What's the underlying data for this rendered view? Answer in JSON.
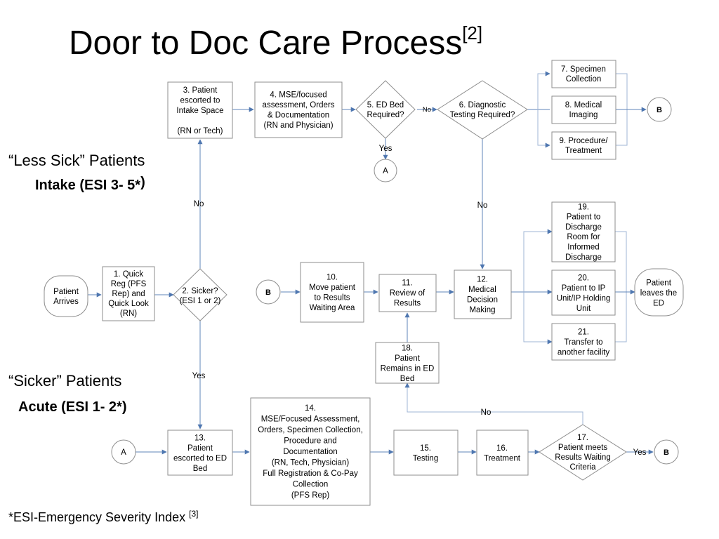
{
  "title": {
    "text": "Door to Doc Care Process",
    "ref": "[2]"
  },
  "less_sick": {
    "heading": "“Less Sick” Patients",
    "intake_bold": "Intake",
    "intake_rest": "(ESI 3- 5*",
    "paren": ")"
  },
  "sicker": {
    "heading": "“Sicker” Patients",
    "acute": "Acute (ESI 1- 2*)"
  },
  "footnote": {
    "text": "*ESI-Emergency Severity Index",
    "ref": "[3]"
  },
  "nodes": {
    "patient_arrives": [
      "Patient",
      "Arrives"
    ],
    "n1": [
      "1.  Quick",
      "Reg (PFS",
      "Rep) and",
      "Quick Look",
      "(RN)"
    ],
    "n2": [
      "2. Sicker?",
      "(ESI 1 or 2)"
    ],
    "n3": [
      "3. Patient",
      "escorted to",
      "Intake Space",
      "",
      "(RN or Tech)"
    ],
    "n4": [
      "4. MSE/focused",
      "assessment, Orders",
      "& Documentation",
      "(RN and Physician)"
    ],
    "n5": [
      "5. ED Bed",
      "Required?"
    ],
    "n6": [
      "6. Diagnostic",
      "Testing Required?"
    ],
    "n7": [
      "7.  Specimen",
      "Collection"
    ],
    "n8": [
      "8. Medical",
      "Imaging"
    ],
    "n9": [
      "9.  Procedure/",
      "Treatment"
    ],
    "n10": [
      "10.",
      "Move patient",
      "to Results",
      "Waiting Area"
    ],
    "n11": [
      "11.",
      "Review of",
      "Results"
    ],
    "n12": [
      "12.",
      "Medical",
      "Decision",
      "Making"
    ],
    "n13": [
      "13.",
      "Patient",
      "escorted to ED",
      "Bed"
    ],
    "n14": [
      "14.",
      "MSE/Focused Assessment,",
      "Orders, Specimen Collection,",
      "Procedure and",
      "Documentation",
      "(RN, Tech, Physician)",
      "Full Registration & Co-Pay",
      "Collection",
      "(PFS Rep)"
    ],
    "n15": [
      "15.",
      "Testing"
    ],
    "n16": [
      "16.",
      "Treatment"
    ],
    "n17": [
      "17.",
      "Patient meets",
      "Results Waiting",
      "Criteria"
    ],
    "n18": [
      "18.",
      "Patient",
      "Remains in ED",
      "Bed"
    ],
    "n19": [
      "19.",
      "Patient to",
      "Discharge",
      "Room for",
      "Informed",
      "Discharge"
    ],
    "n20": [
      "20.",
      "Patient to IP",
      "Unit/IP Holding",
      "Unit"
    ],
    "n21": [
      "21.",
      "Transfer to",
      "another facility"
    ],
    "patient_leaves": [
      "Patient",
      "leaves the",
      "ED"
    ]
  },
  "connectors": {
    "a": "A",
    "b": "B"
  },
  "edge_labels": {
    "no": "No",
    "yes": "Yes"
  }
}
